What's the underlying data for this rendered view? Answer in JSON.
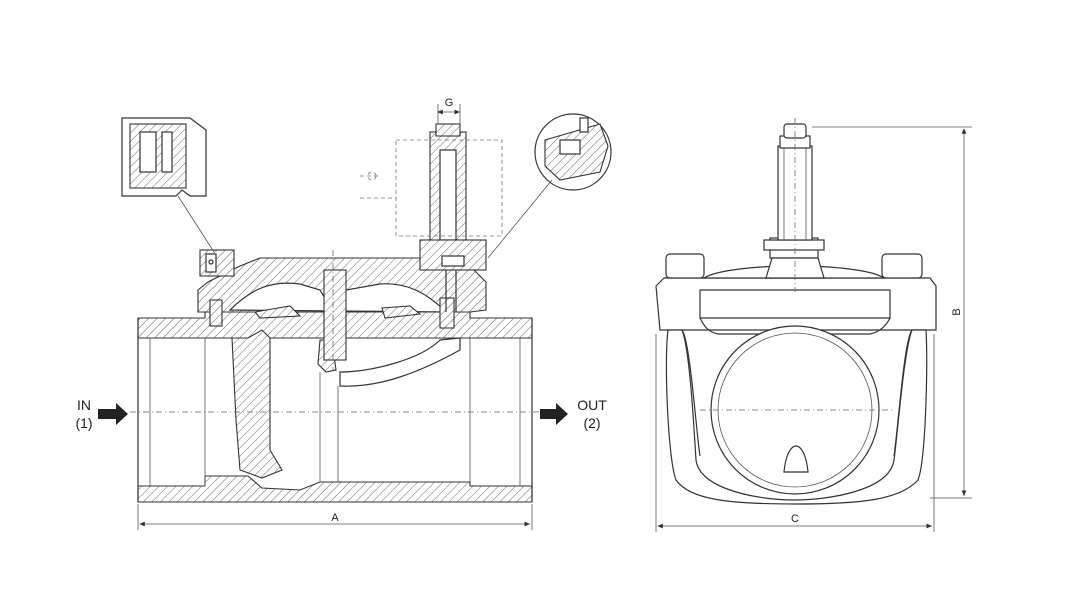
{
  "drawing": {
    "dimensions": {
      "a": "A",
      "b": "B",
      "c": "C",
      "g": "G"
    },
    "ports": {
      "inlet_name": "IN",
      "inlet_number": "(1)",
      "outlet_name": "OUT",
      "outlet_number": "(2)"
    },
    "line_color": "#333333",
    "background": "#ffffff"
  }
}
